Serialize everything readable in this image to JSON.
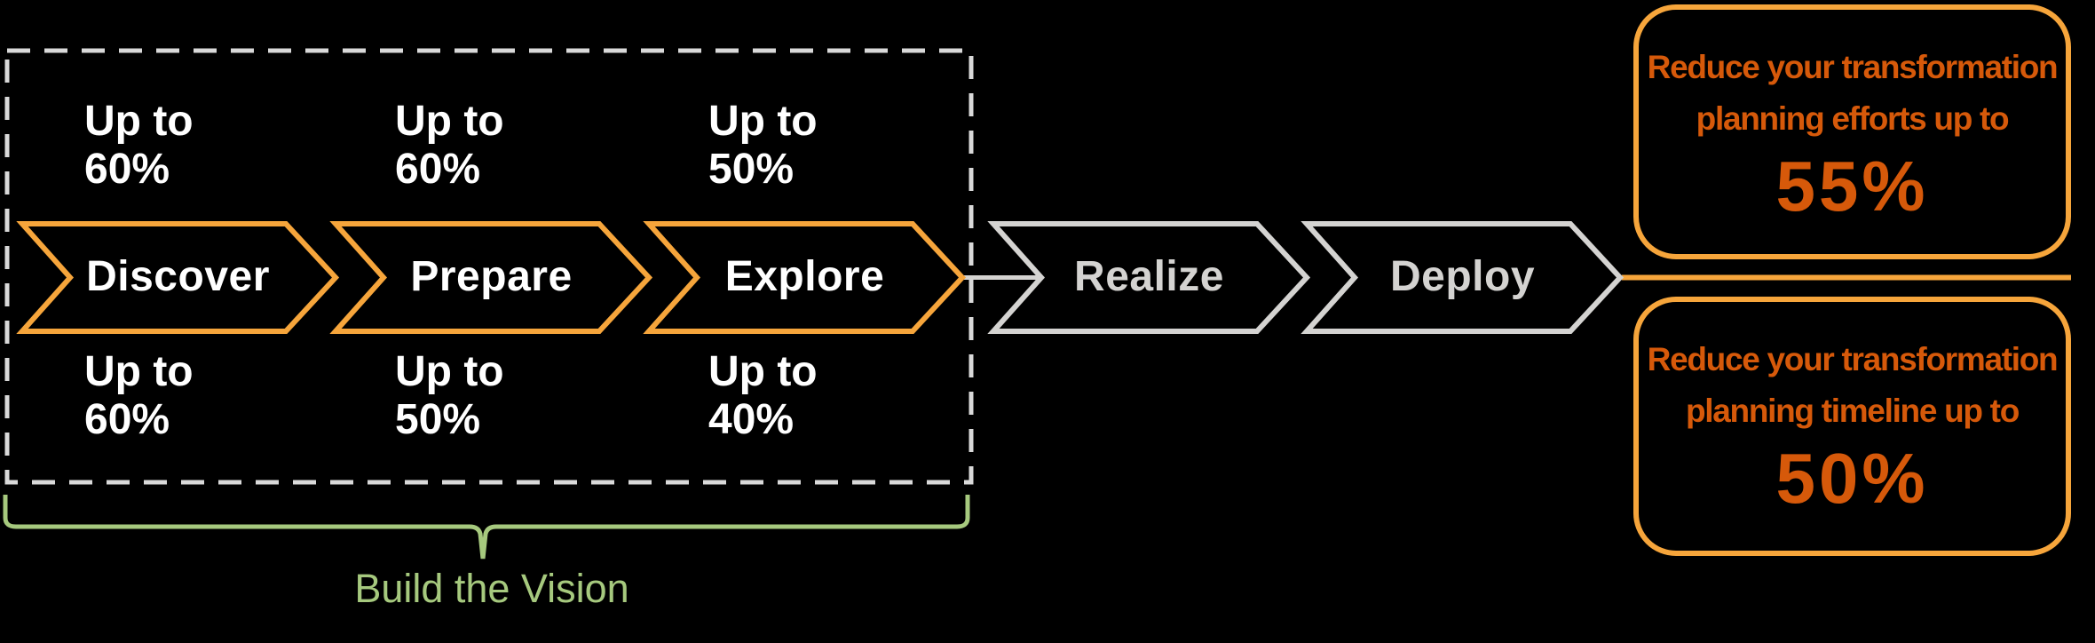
{
  "colors": {
    "background": "#000000",
    "orange": "#F6A53B",
    "dark_orange": "#D6590A",
    "gray": "#D4D3D1",
    "dashed_border": "#D9D9D9",
    "green": "#A6C97E",
    "white": "#FFFFFF"
  },
  "process": {
    "stages": [
      {
        "label": "Discover",
        "top_note": "Up to\n60%",
        "bottom_note": "Up to\n60%",
        "style": "orange"
      },
      {
        "label": "Prepare",
        "top_note": "Up to\n60%",
        "bottom_note": "Up to\n50%",
        "style": "orange"
      },
      {
        "label": "Explore",
        "top_note": "Up to\n50%",
        "bottom_note": "Up to\n40%",
        "style": "orange"
      },
      {
        "label": "Realize",
        "style": "gray"
      },
      {
        "label": "Deploy",
        "style": "gray"
      }
    ],
    "group_label": "Build the Vision"
  },
  "callouts": [
    {
      "line1": "Reduce your transformation",
      "line2": "planning efforts up to",
      "value": "55%"
    },
    {
      "line1": "Reduce your transformation",
      "line2": "planning timeline up to",
      "value": "50%"
    }
  ]
}
